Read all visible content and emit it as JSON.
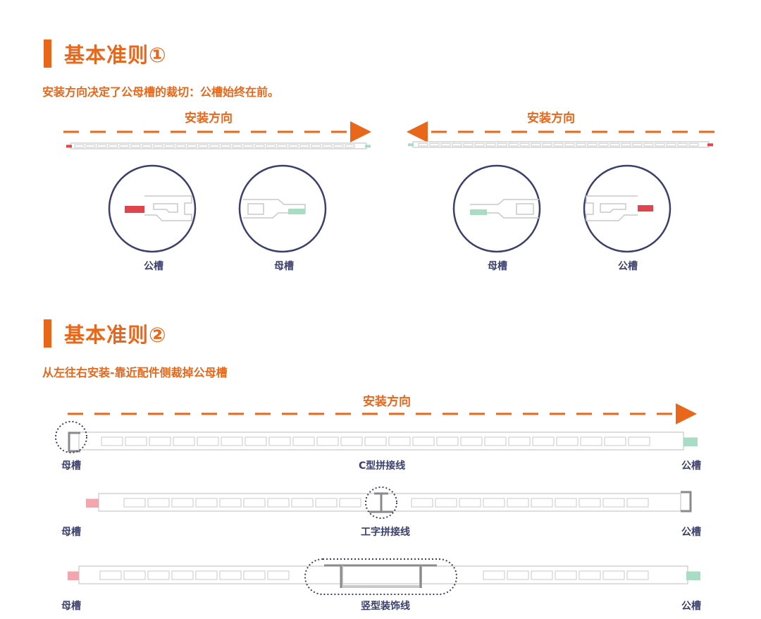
{
  "section1": {
    "title": "基本准则①",
    "subtitle": "安装方向决定了公母槽的裁切：公槽始终在前。",
    "direction_left": "安装方向",
    "direction_right": "安装方向",
    "circle_labels": [
      "公槽",
      "母槽",
      "母槽",
      "公槽"
    ]
  },
  "section2": {
    "title": "基本准则②",
    "subtitle": "从左往右安装-靠近配件侧裁掉公母槽",
    "direction": "安装方向",
    "rows": [
      {
        "left": "母槽",
        "center": "C型拼接线",
        "right": "公槽"
      },
      {
        "left": "母槽",
        "center": "工字拼接线",
        "right": "公槽"
      },
      {
        "left": "母槽",
        "center": "竖型装饰线",
        "right": "公槽"
      }
    ]
  },
  "colors": {
    "accent": "#e8671b",
    "male_groove": "#e0454b",
    "female_groove": "#a8dcc4",
    "circle": "#3a3f6b",
    "panel": "#c9c9c9"
  }
}
